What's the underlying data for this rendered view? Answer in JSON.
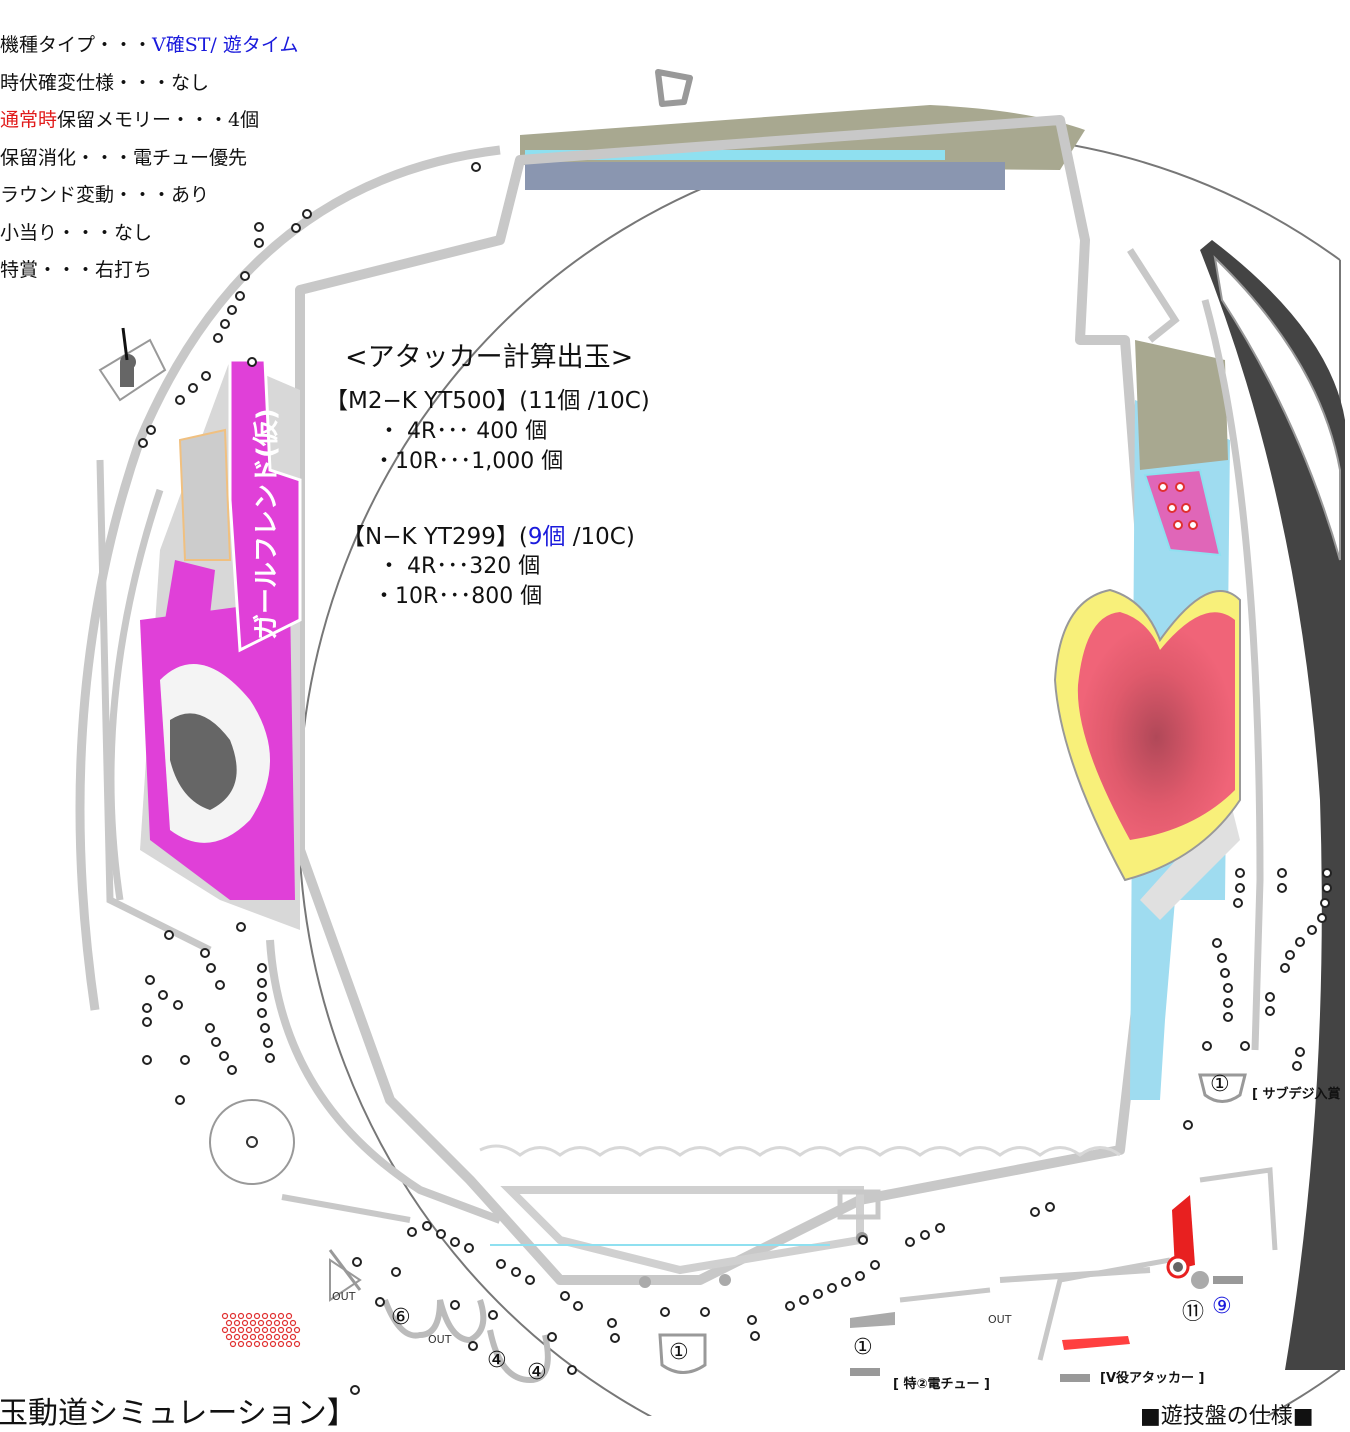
{
  "specs": [
    {
      "prefix": "機種タイプ・・・",
      "value": "V確ST/ 遊タイム",
      "value_color": "blue"
    },
    {
      "prefix": "時伏確変仕様・・・",
      "value": "なし"
    },
    {
      "prefix_red": "通常時",
      "prefix": "保留メモリー・・・",
      "value": "4個"
    },
    {
      "prefix": "保留消化・・・",
      "value": "電チュー優先"
    },
    {
      "prefix": "ラウンド変動・・・",
      "value": "あり"
    },
    {
      "prefix": "小当り・・・",
      "value": "なし"
    },
    {
      "prefix": "特賞・・・",
      "value": "右打ち"
    }
  ],
  "calc": {
    "title": "<アタッカー計算出玉>",
    "block1_header": "【M2−K  YT500】(11個 /10C)",
    "block1_rows": [
      "・  4R･･･  400 個",
      "・10R･･･1,000 個"
    ],
    "block2_header_a": "【N−K  YT299】(",
    "block2_header_blue": "9個",
    "block2_header_b": " /10C)",
    "block2_rows": [
      "・  4R･･･320 個",
      "・10R･･･800 個"
    ]
  },
  "board": {
    "logo_text": "ガールフレンド(仮)",
    "labels": {
      "sub_digit": "[ サブデジ入賞",
      "toku2": "[ 特②電チュー ]",
      "v_attacker": "[V役アタッカー ]",
      "out": "OUT"
    },
    "pocket_numbers": {
      "sub_digit": "①",
      "bottom_center": "①",
      "toku2": "①",
      "left_six": "⑥",
      "left_four_a": "④",
      "left_four_b": "④",
      "right_eleven": "⑪",
      "right_nine": "⑨"
    }
  },
  "bottom": {
    "sim_title": "玉動道シミュレーション】",
    "spec_title": "■遊技盤の仕様■"
  },
  "colors": {
    "rail": "#c8c8c8",
    "magenta": "#e040d8",
    "heart": "#f06478",
    "heart_border": "#f8f07a",
    "cyan": "#8fe0f0",
    "dark_band": "#404040",
    "olive": "#a8a890",
    "attacker_red": "#e82020"
  }
}
